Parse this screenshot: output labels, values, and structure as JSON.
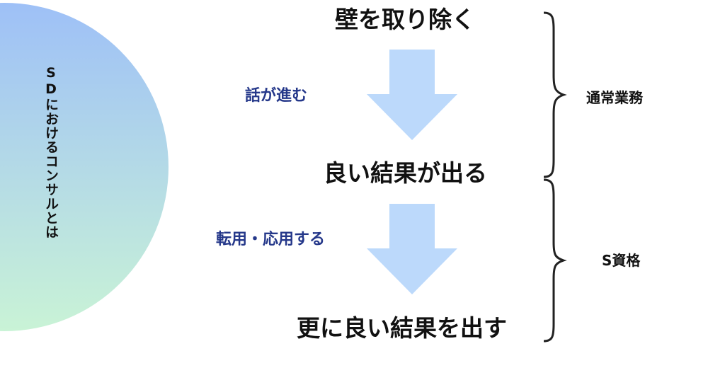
{
  "circle": {
    "title": "SDにおけるコンサルとは",
    "gradient_top": "#9ec0f7",
    "gradient_bottom": "#c9f3d6"
  },
  "steps": [
    "壁を取り除く",
    "良い結果が出る",
    "更に良い結果を出す"
  ],
  "transitions": [
    "話が進む",
    "転用・応用する"
  ],
  "groups": [
    "通常業務",
    "S資格"
  ],
  "colors": {
    "arrow": "#bcd9fb",
    "transition_text": "#25388a",
    "step_text": "#111111",
    "brace": "#222222"
  }
}
